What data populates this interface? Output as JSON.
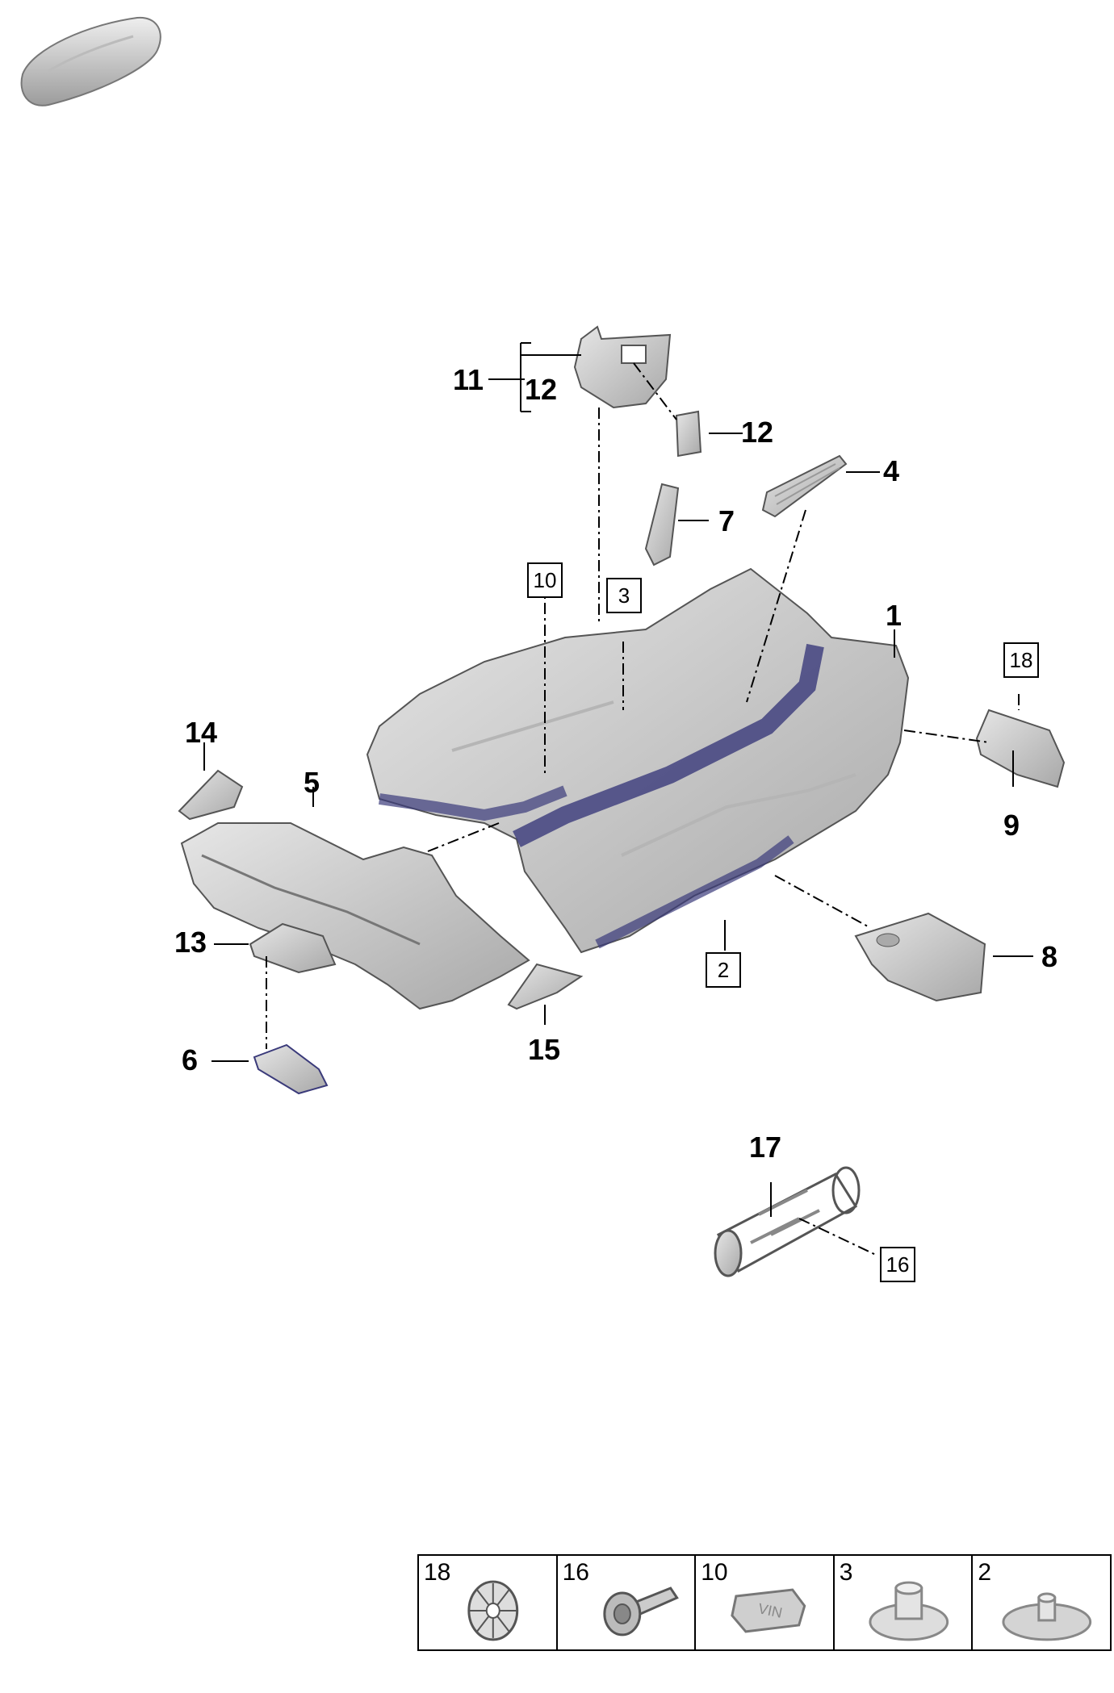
{
  "callouts": {
    "c1": "1",
    "c4": "4",
    "c5": "5",
    "c6": "6",
    "c7": "7",
    "c8": "8",
    "c9": "9",
    "c11": "11",
    "c12a": "12",
    "c12b": "12",
    "c13": "13",
    "c14": "14",
    "c15": "15",
    "c17": "17"
  },
  "boxed_refs": {
    "b2": "2",
    "b3": "3",
    "b10": "10",
    "b16": "16",
    "b18": "18"
  },
  "legend": [
    {
      "number": "18",
      "icon": "clip-icon"
    },
    {
      "number": "16",
      "icon": "screw-icon"
    },
    {
      "number": "10",
      "icon": "vin-plug-icon"
    },
    {
      "number": "3",
      "icon": "fastener-icon"
    },
    {
      "number": "2",
      "icon": "washer-icon"
    }
  ],
  "legend_vin_text": "VIN",
  "colors": {
    "part_fill": "#cfcfcf",
    "part_shadow": "#9a9a9a",
    "underside": "#3a3a7a",
    "line": "#000000"
  }
}
